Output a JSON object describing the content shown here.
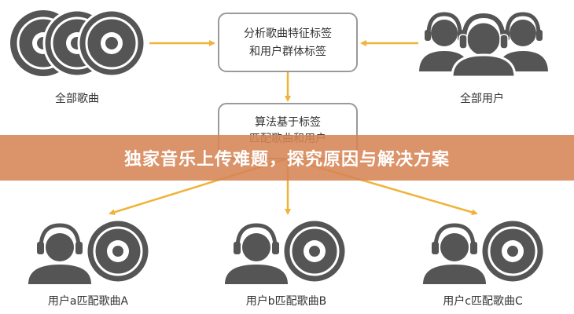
{
  "diagram": {
    "box_top": {
      "line1": "分析歌曲特征标签",
      "line2": "和用户群体标签"
    },
    "box_mid": {
      "line1": "算法基于标签",
      "line2": "匹配歌曲和用户"
    },
    "label_all_songs": "全部歌曲",
    "label_all_users": "全部用户",
    "label_user_a": "用户a匹配歌曲A",
    "label_user_b": "用户b匹配歌曲B",
    "label_user_c": "用户c匹配歌曲C"
  },
  "banner": {
    "title": "独家音乐上传难题，探究原因与解决方案"
  },
  "colors": {
    "icon": "#555555",
    "arrow": "#f0b33a",
    "box_border": "#9a9a9a",
    "banner": "#d68454"
  }
}
